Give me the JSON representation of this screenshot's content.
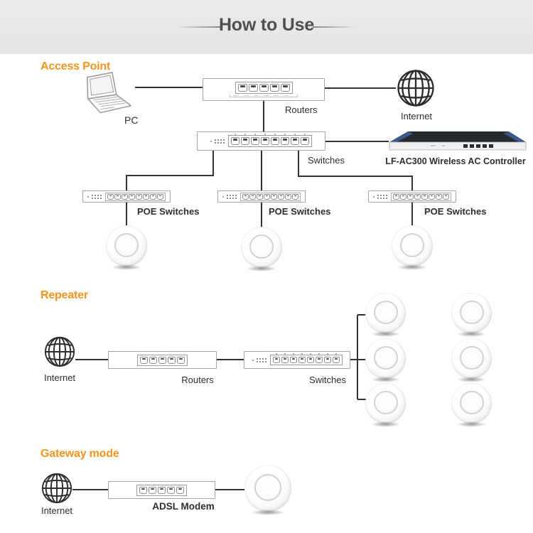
{
  "header": {
    "title": "How to Use"
  },
  "sections": {
    "access_point": {
      "heading": "Access Point",
      "pc_label": "PC",
      "routers_label": "Routers",
      "internet_label": "Internet",
      "switches_label": "Switches",
      "controller_label": "LF-AC300 Wireless AC Controller",
      "poe_switch_labels": [
        "POE Switches",
        "POE Switches",
        "POE Switches"
      ]
    },
    "repeater": {
      "heading": "Repeater",
      "internet_label": "Internet",
      "routers_label": "Routers",
      "switches_label": "Switches"
    },
    "gateway_mode": {
      "heading": "Gateway mode",
      "internet_label": "Internet",
      "modem_label": "ADSL Modem"
    }
  },
  "devices": {
    "router_ports": 5,
    "switch_ports": 8,
    "poe_switch_ports": 8,
    "repeater_router_ports": 5,
    "repeater_switch_ports": 8,
    "modem_ports": 5
  },
  "colors": {
    "accent_orange": "#F7941E",
    "diagram_line": "#333333",
    "header_background": "#e9e9e7",
    "title_text": "#4f4f4f",
    "controller_body": "#26292e",
    "controller_accent_blue": "#3a5a8c"
  }
}
